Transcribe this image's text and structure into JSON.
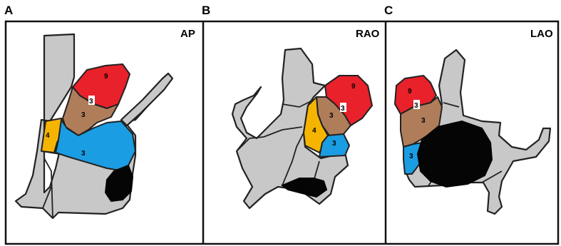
{
  "panels": [
    {
      "letter": "A",
      "view": "AP"
    },
    {
      "letter": "B",
      "view": "RAO"
    },
    {
      "letter": "C",
      "view": "LAO"
    }
  ],
  "segments": {
    "a": {
      "red": "9",
      "white": "3",
      "brown": "3",
      "yellow": "4",
      "blue": "3"
    },
    "b": {
      "red": "9",
      "white": "3",
      "brown": "3",
      "yellow": "4",
      "blue": "3"
    },
    "c": {
      "red": "9",
      "white": "3",
      "brown": "3",
      "blue": "3"
    }
  },
  "colors": {
    "gray": "#c8c8c8",
    "red": "#e8212a",
    "brown": "#b07d5a",
    "blue": "#1a9de3",
    "yellow": "#f5b400",
    "black": "#050505"
  }
}
